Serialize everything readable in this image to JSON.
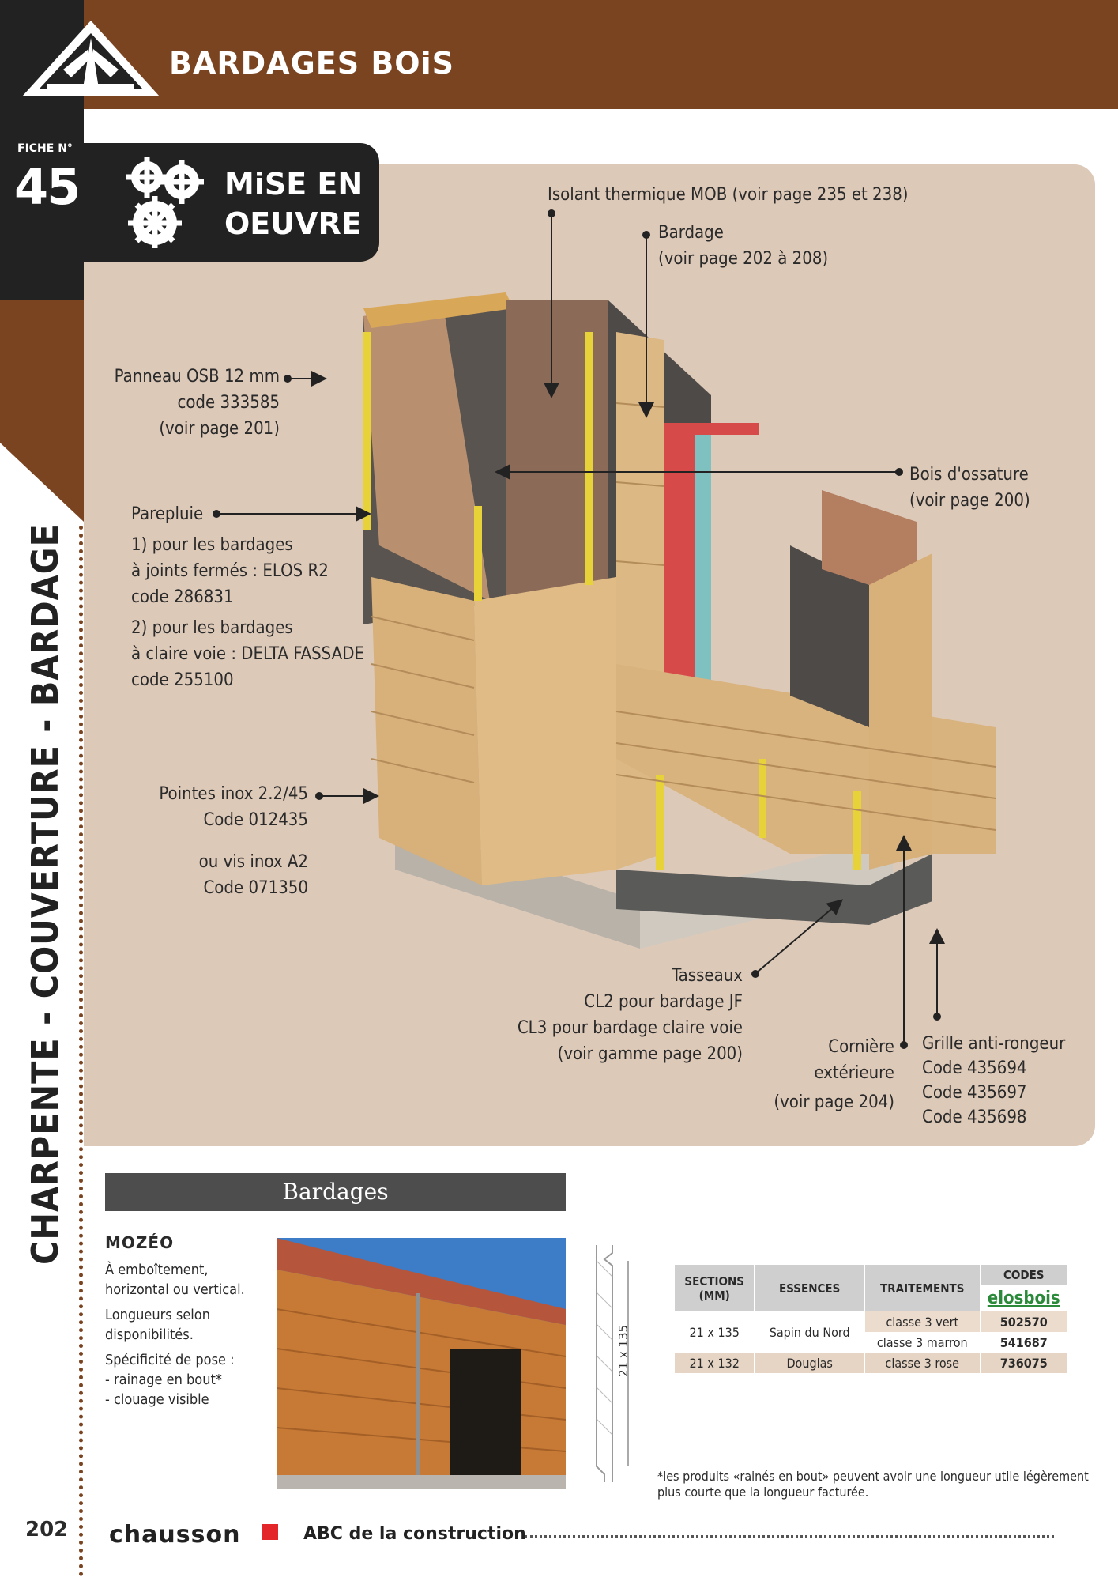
{
  "header": {
    "title": "BARDAGES BOiS"
  },
  "fiche": {
    "label": "FICHE N°",
    "number": "45"
  },
  "section": {
    "line1": "MiSE EN",
    "line2": "OEUVRE"
  },
  "side_title": "CHARPENTE - COUVERTURE - BARDAGE",
  "labels": {
    "isolant": "Isolant thermique MOB (voir page 235 et 238)",
    "bardage_l1": "Bardage",
    "bardage_l2": "(voir page 202 à 208)",
    "osb_l1": "Panneau  OSB 12 mm",
    "osb_l2": "code 333585",
    "osb_l3": "(voir page 201)",
    "bois_l1": "Bois d'ossature",
    "bois_l2": "(voir page 200)",
    "parepluie_title": "Parepluie",
    "parepluie_1a": "1) pour les bardages",
    "parepluie_1b": "à joints fermés : ELOS R2",
    "parepluie_1c": "code 286831",
    "parepluie_2a": "2) pour les bardages",
    "parepluie_2b": "à claire voie : DELTA FASSADE",
    "parepluie_2c": "code 255100",
    "pointes_l1": "Pointes inox 2.2/45",
    "pointes_l2": "Code 012435",
    "vis_l1": "ou vis inox A2",
    "vis_l2": "Code 071350",
    "tasseaux_l1": "Tasseaux",
    "tasseaux_l2": "CL2 pour bardage JF",
    "tasseaux_l3": "CL3 pour bardage claire voie",
    "tasseaux_l4": "(voir gamme page 200)",
    "corniere_l1": "Cornière",
    "corniere_l2": "extérieure",
    "corniere_l3": "(voir page 204)",
    "grille_l1": "Grille anti-rongeur",
    "grille_l2": "Code 435694",
    "grille_l3": "Code 435697",
    "grille_l4": "Code 435698"
  },
  "bardages": {
    "title": "Bardages",
    "product": "MOZÉO",
    "desc": [
      "À emboîtement,",
      "horizontal ou vertical.",
      "Longueurs selon",
      "disponibilités.",
      "Spécificité de pose :",
      "- rainage en bout*",
      "- clouage visible"
    ],
    "profile_label": "21 x 135"
  },
  "table": {
    "headers": {
      "sections": "SECTIONS (MM)",
      "essences": "ESSENCES",
      "traitements": "TRAITEMENTS",
      "codes": "CODES",
      "codes_brand": "elosbois"
    },
    "rows": [
      {
        "section": "21 x 135",
        "essence": "Sapin du Nord",
        "traitement": "classe 3 vert",
        "code": "502570"
      },
      {
        "traitement": "classe 3 marron",
        "code": "541687"
      },
      {
        "section": "21 x 132",
        "essence": "Douglas",
        "traitement": "classe 3 rose",
        "code": "736075"
      }
    ]
  },
  "footnote": {
    "l1": "*les produits «rainés en bout» peuvent avoir une longueur utile légèrement",
    "l2": "plus courte que la longueur facturée."
  },
  "footer": {
    "page": "202",
    "brand": "chausson",
    "tagline": "ABC de la construction"
  },
  "colors": {
    "brown": "#7a4420",
    "panel": "#ddc9b8",
    "dark": "#222222"
  }
}
